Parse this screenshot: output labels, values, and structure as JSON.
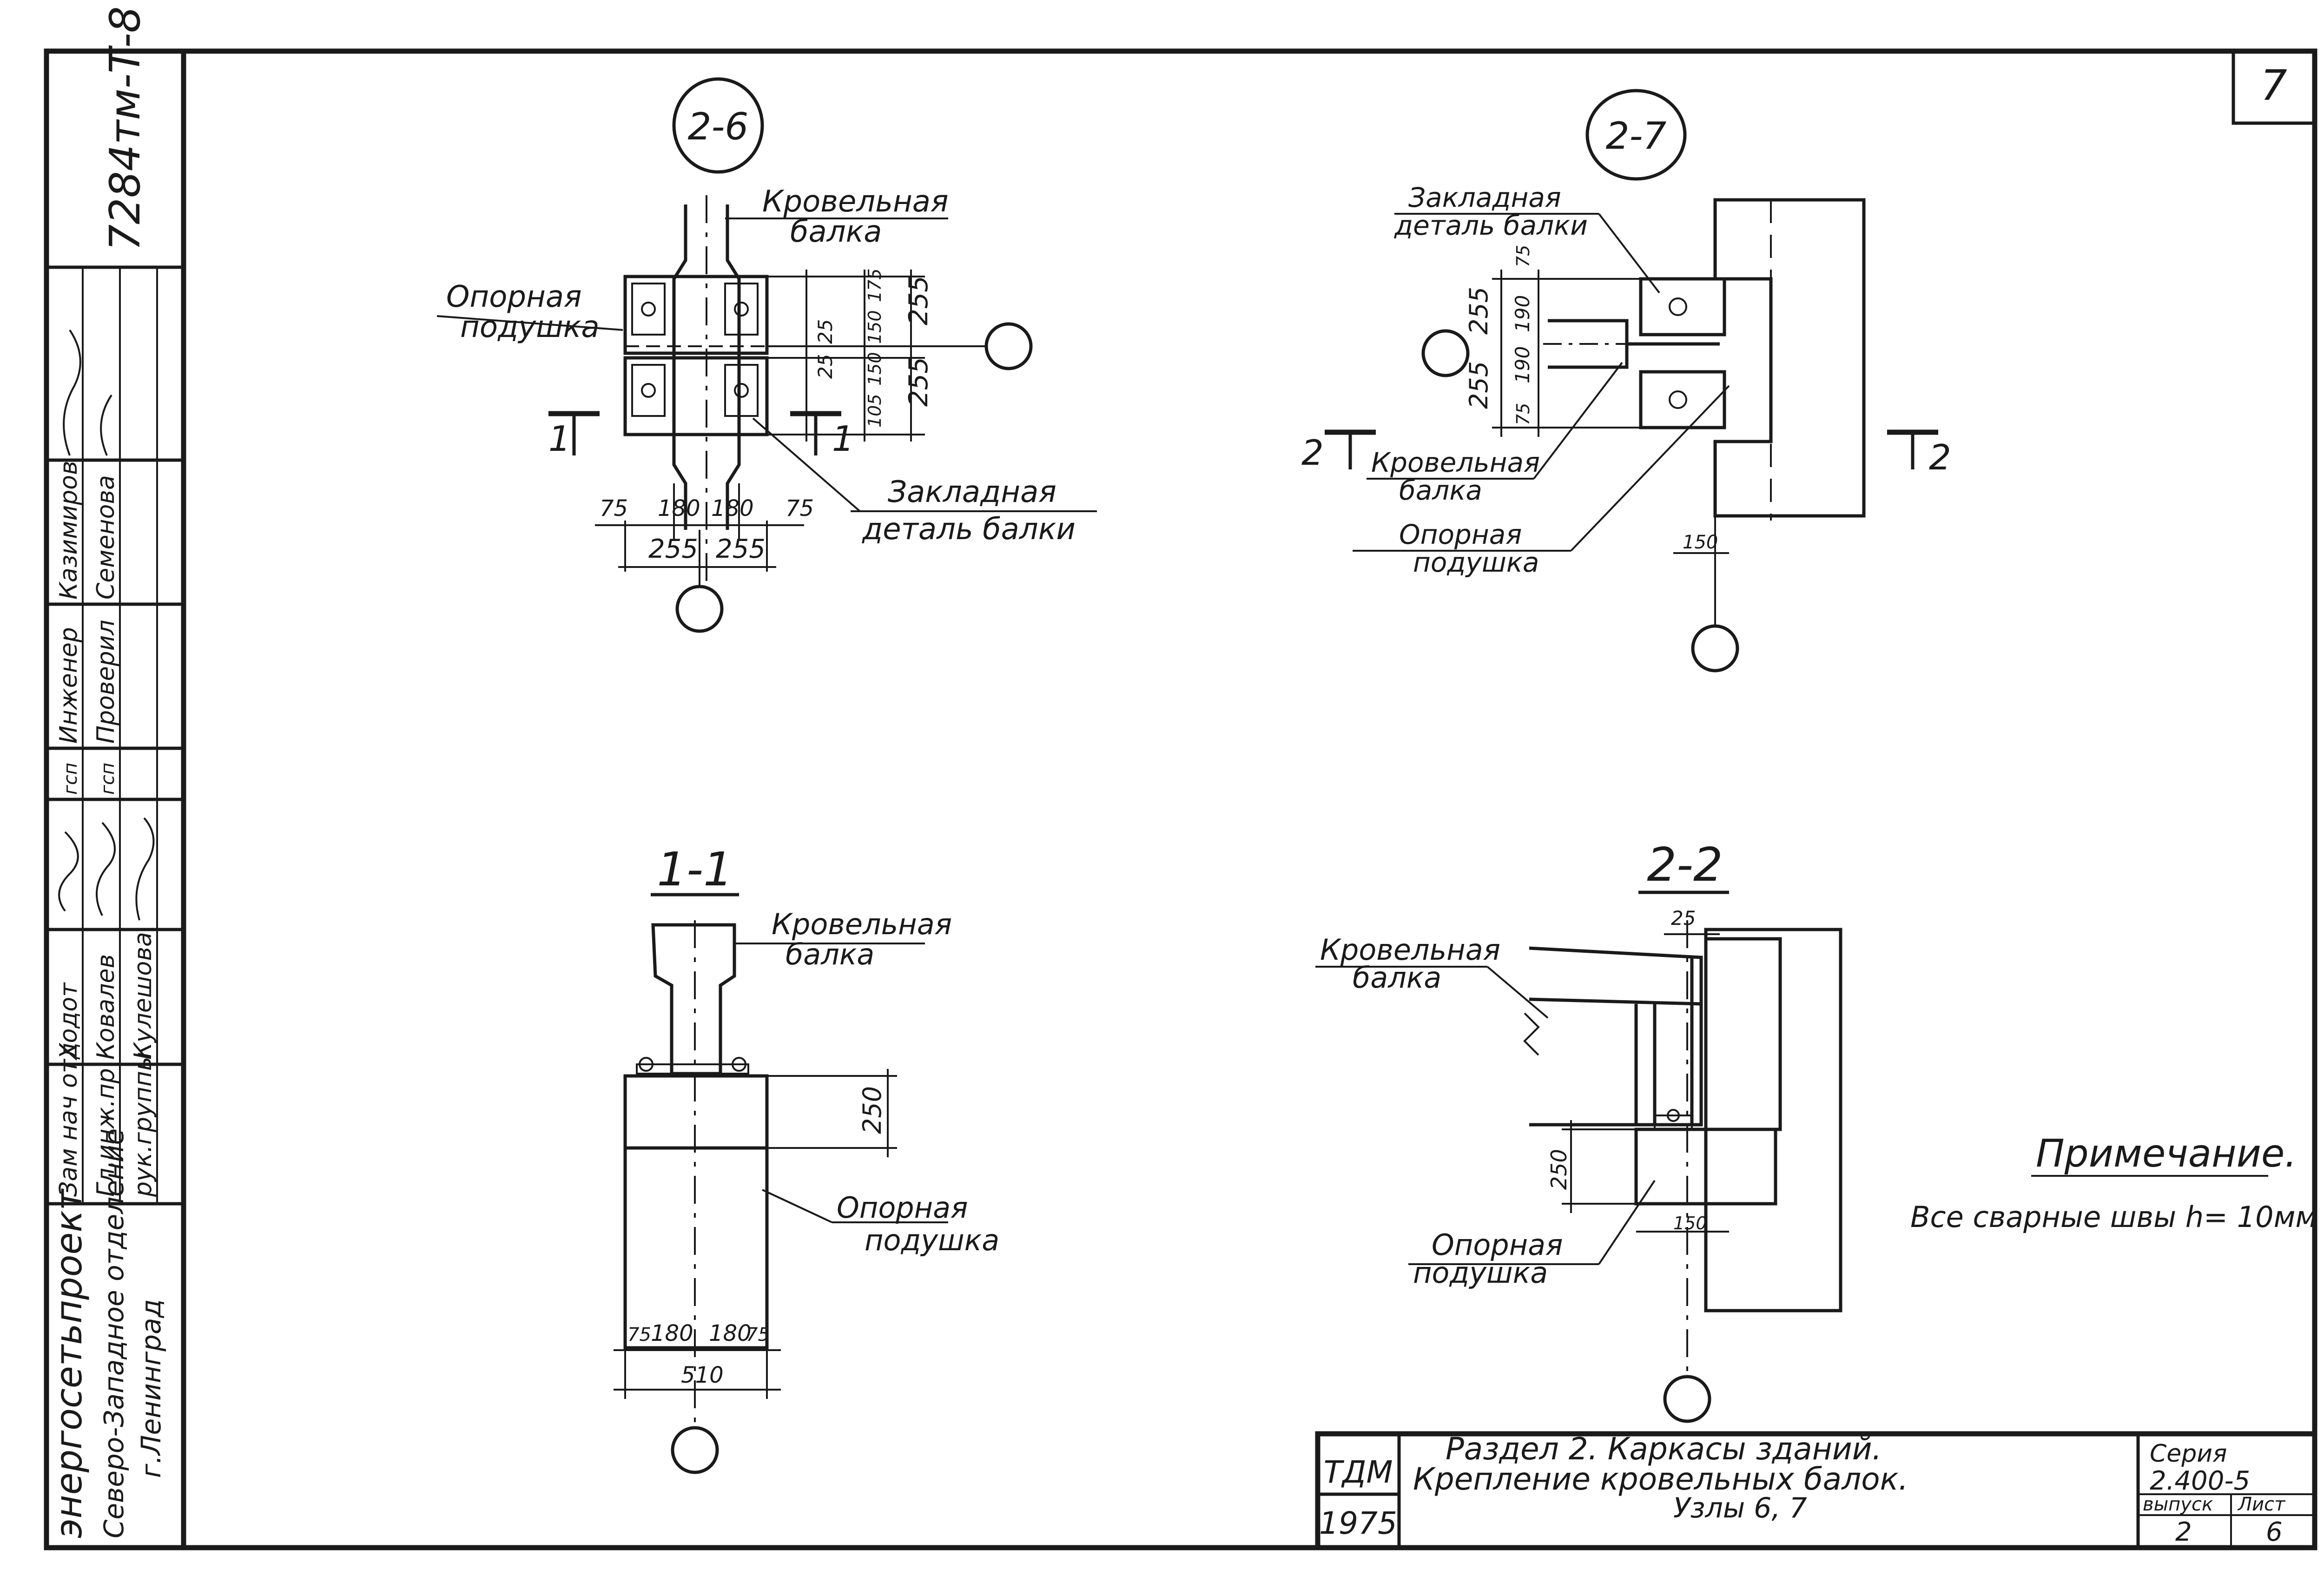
{
  "sheet": {
    "page_number": "7",
    "drawing_code": "7284тм-Т-8"
  },
  "side_stamp": {
    "org_name": "энергосетьпроект",
    "org_branch": "Северо-Западное отделение",
    "org_city": "г.Ленинград",
    "roles": [
      "Зам нач отд",
      "Гл.инж.пр",
      "рук.группы"
    ],
    "names": [
      "Ходот",
      "Ковалев",
      "Кулешова"
    ],
    "codes": [
      "гсп",
      "гсп"
    ],
    "roles_b": [
      "Инженер",
      "Проверил"
    ],
    "names_b": [
      "Казимиров",
      "Семенова"
    ]
  },
  "detail_2_6": {
    "callout": "2-6",
    "label_roof_beam_1": "Кровельная",
    "label_roof_beam_2": "балка",
    "label_pad_1": "Опорная",
    "label_pad_2": "подушка",
    "label_embed_1": "Закладная",
    "label_embed_2": "деталь балки",
    "section_mark_left": "1",
    "section_mark_right": "1",
    "dims_bottom_row1": [
      "75",
      "180",
      "180",
      "75"
    ],
    "dims_bottom_row2": [
      "255",
      "255"
    ],
    "dims_right_col1": [
      "175",
      "150",
      "150",
      "105"
    ],
    "dims_right_col2": [
      "25",
      "25"
    ],
    "dims_right_col3": [
      "255",
      "255"
    ]
  },
  "detail_2_7": {
    "callout": "2-7",
    "label_embed_1": "Закладная",
    "label_embed_2": "деталь балки",
    "label_roof_beam_1": "Кровельная",
    "label_roof_beam_2": "балка",
    "label_pad_1": "Опорная",
    "label_pad_2": "подушка",
    "section_mark_left": "2",
    "section_mark_right": "2",
    "dims_left_col1": [
      "255",
      "255"
    ],
    "dims_left_col2": [
      "75",
      "190",
      "190",
      "75"
    ],
    "dim_bottom": "150"
  },
  "section_1_1": {
    "title": "1-1",
    "label_roof_beam_1": "Кровельная",
    "label_roof_beam_2": "балка",
    "label_pad_1": "Опорная",
    "label_pad_2": "подушка",
    "dim_height": "250",
    "dims_bottom_row1": [
      "75",
      "180",
      "180",
      "75"
    ],
    "dim_total": "510"
  },
  "section_2_2": {
    "title": "2-2",
    "label_roof_beam_1": "Кровельная",
    "label_roof_beam_2": "балка",
    "label_pad_1": "Опорная",
    "label_pad_2": "подушка",
    "dim_top": "25",
    "dim_height": "250",
    "dim_width": "150"
  },
  "note": {
    "heading": "Примечание.",
    "text": "Все сварные швы h= 10мм"
  },
  "title_block": {
    "org_code": "ТДМ",
    "year": "1975",
    "title_line1": "Раздел 2. Каркасы зданий.",
    "title_line2": "Крепление кровельных балок.",
    "title_line3": "Узлы 6, 7",
    "series_label": "Серия",
    "series_value": "2.400-5",
    "issue_label": "выпуск",
    "issue_value": "2",
    "sheet_label": "Лист",
    "sheet_value": "6"
  }
}
